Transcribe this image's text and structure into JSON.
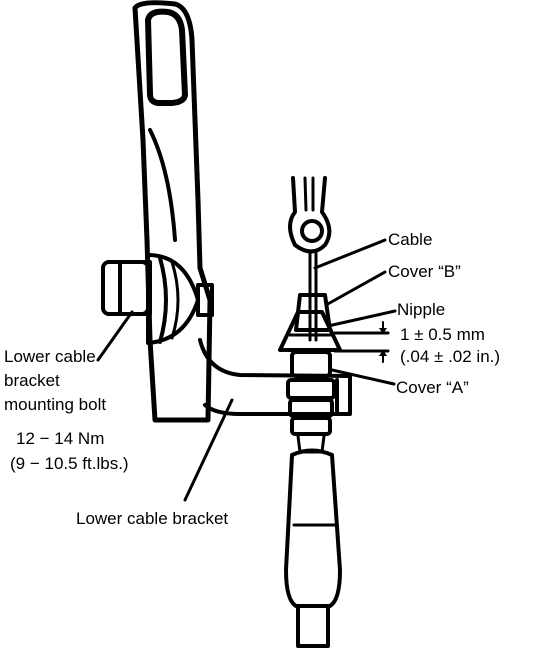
{
  "labels": {
    "cable": "Cable",
    "cover_b": "Cover “B”",
    "nipple": "Nipple",
    "clearance_mm": "1 ± 0.5 mm",
    "clearance_in": "(.04 ± .02 in.)",
    "cover_a": "Cover “A”",
    "bolt_line1": "Lower cable",
    "bolt_line2": "bracket",
    "bolt_line3": "mounting bolt",
    "torque_nm": "12 − 14 Nm",
    "torque_ftlbs": "(9 − 10.5 ft.lbs.)",
    "lower_bracket": "Lower cable bracket"
  }
}
